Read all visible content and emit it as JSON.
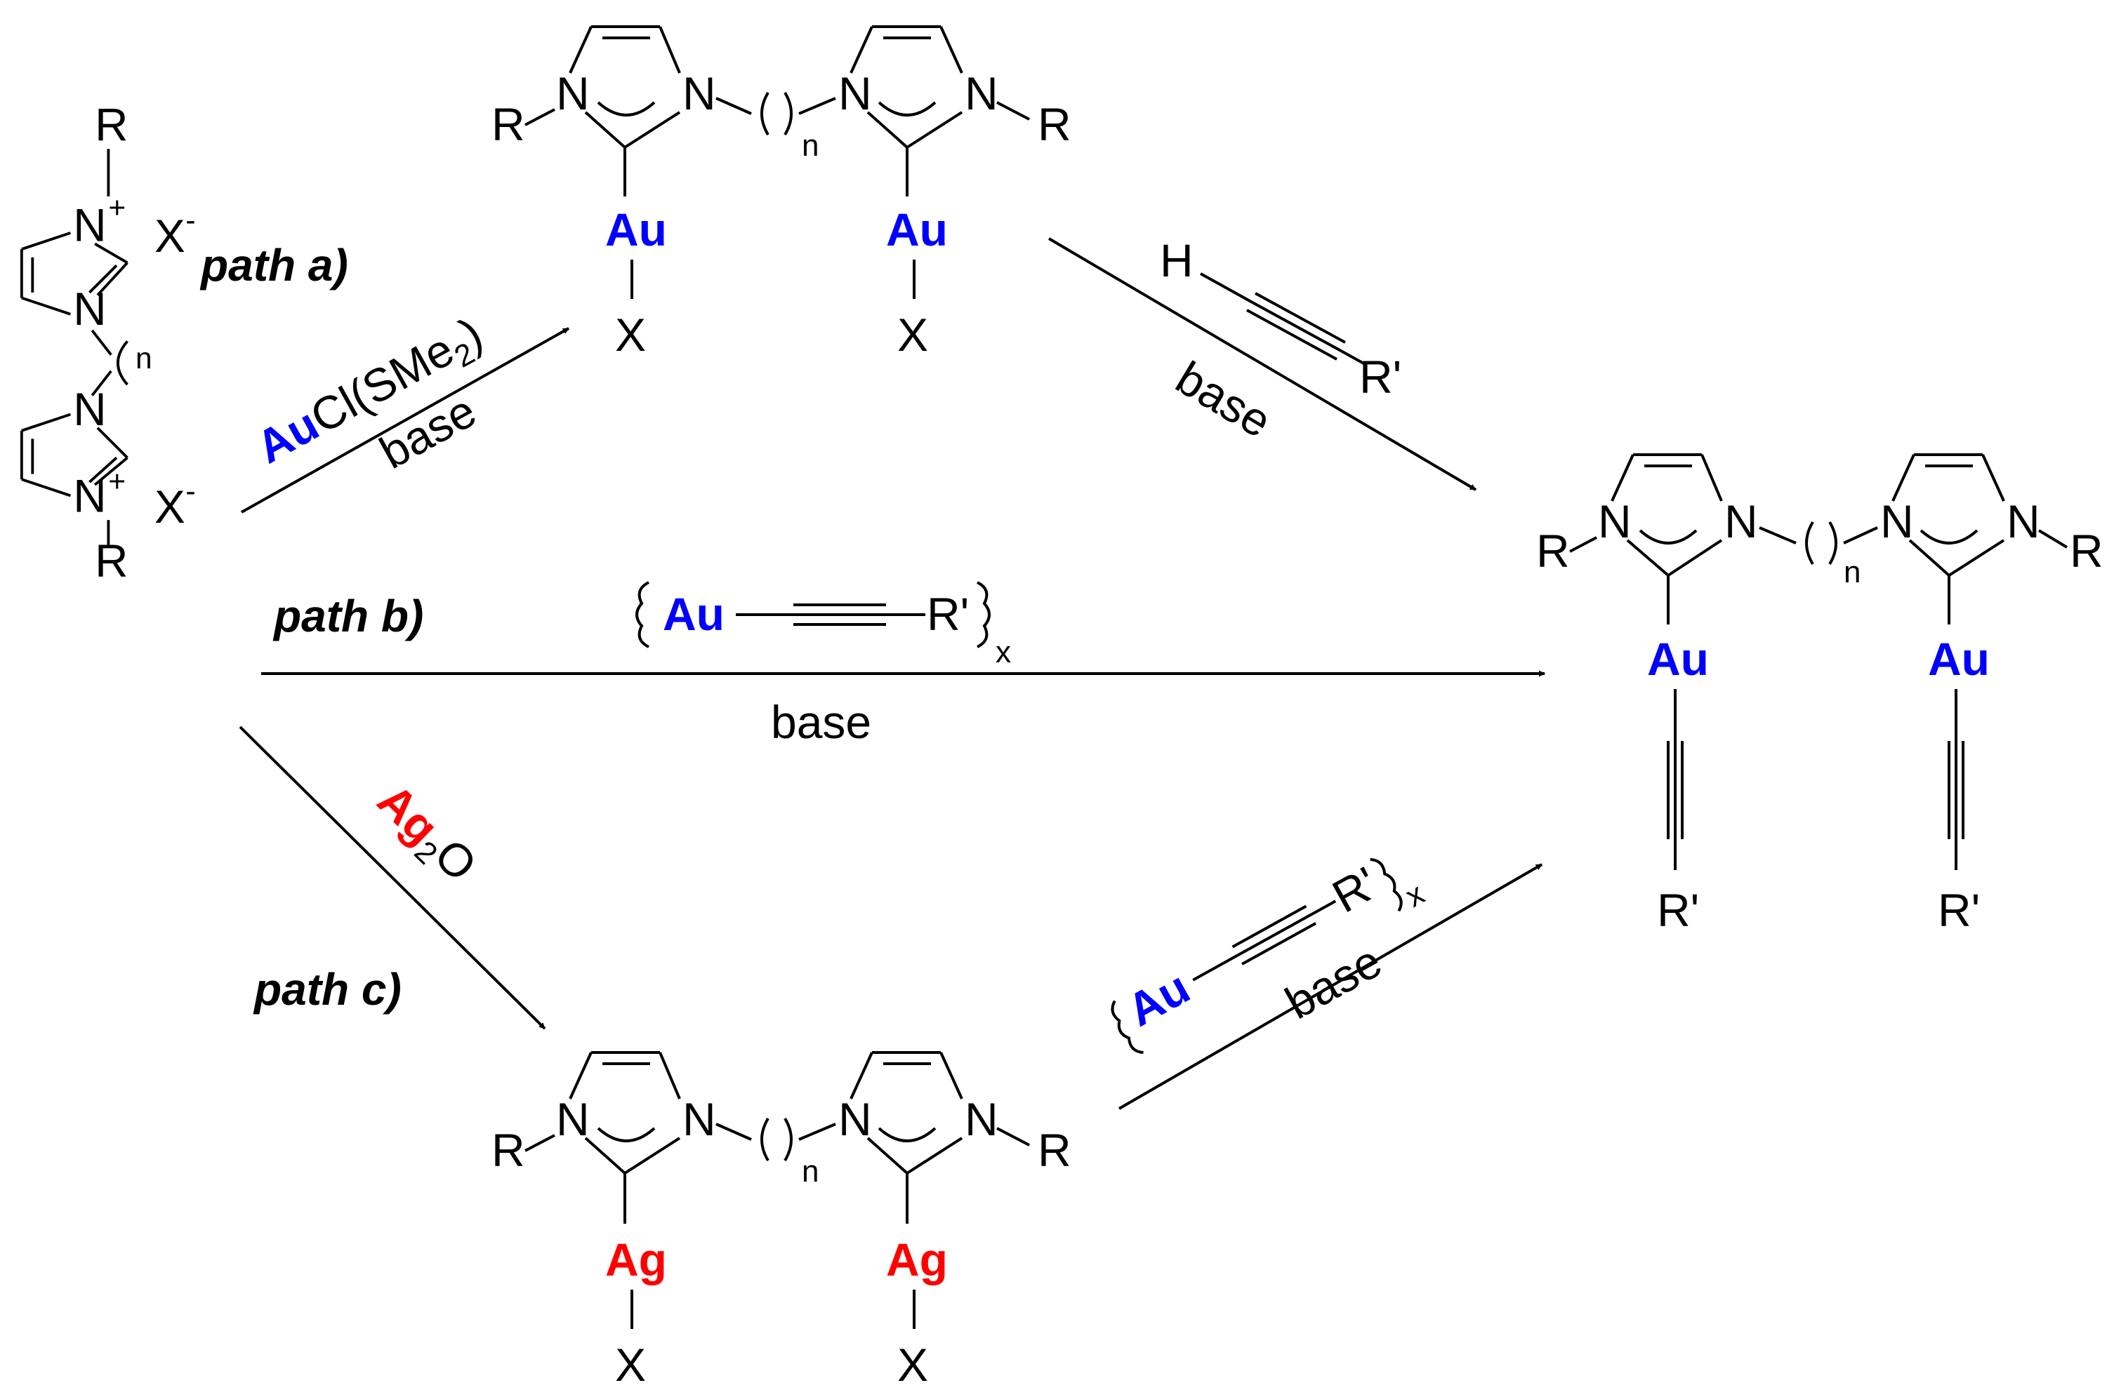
{
  "colors": {
    "gold": "#0000ff",
    "silver": "#ff0000",
    "ink": "#000000"
  },
  "atoms": {
    "R": "R",
    "N": "N",
    "n": "n",
    "X": "X",
    "Rp": "R'",
    "H": "H",
    "Au": "Au",
    "Ag": "Ag",
    "plus": "+",
    "Xminus": "X",
    "minus": "-"
  },
  "paths": {
    "a": {
      "label": "path a)",
      "reagent_metal": "Au",
      "reagent_rest": "Cl(SMe",
      "reagent_sub": "2",
      "reagent_close": ")",
      "condition": "base"
    },
    "b": {
      "label": "path b)",
      "reagent_metal": "Au",
      "reagent_end": "R'",
      "reagent_sub": "x",
      "condition": "base"
    },
    "c": {
      "label": "path c)",
      "reagent_metal": "Ag",
      "reagent_sub": "2",
      "reagent_rest": "O"
    },
    "top_right": {
      "H": "H",
      "Rp": "R'",
      "condition": "base"
    },
    "bottom_right": {
      "metal": "Au",
      "Rp": "R'",
      "sub": "x",
      "condition": "base"
    }
  }
}
